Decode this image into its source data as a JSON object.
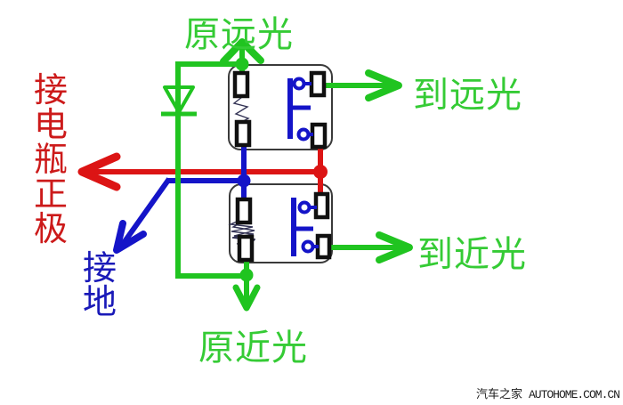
{
  "labels": {
    "original_high_beam": "原远光",
    "to_high_beam": "到远光",
    "to_low_beam": "到近光",
    "original_low_beam": "原近光",
    "battery_positive": "接电瓶正极",
    "ground": "接地"
  },
  "watermark": {
    "site_name": "汽车之家",
    "site_domain": "AUTOHOME.COM.CN"
  },
  "colors": {
    "wire_green": "#20c420",
    "text_green": "#35cb35",
    "wire_red": "#dc1414",
    "text_red": "#cc1a1a",
    "wire_blue": "#1414c8",
    "text_blue": "#1a1ab8",
    "terminal_black": "#101010",
    "box_border": "#3a3a3a",
    "coil_dark": "#333355"
  },
  "symbols": [
    {
      "name": "high-beam-relay-box",
      "meaning": "relay (top) feeding high beam"
    },
    {
      "name": "low-beam-relay-box",
      "meaning": "relay (bottom) feeding low beam"
    },
    {
      "name": "relay-coil-zigzag",
      "meaning": "relay coil winding"
    },
    {
      "name": "relay-contact-switch",
      "meaning": "relay switch contacts with armature"
    },
    {
      "name": "diode-symbol",
      "meaning": "diode on green trigger wire"
    },
    {
      "name": "junction-dot",
      "meaning": "wire junction"
    },
    {
      "name": "arrowhead",
      "meaning": "wire direction arrow"
    }
  ]
}
